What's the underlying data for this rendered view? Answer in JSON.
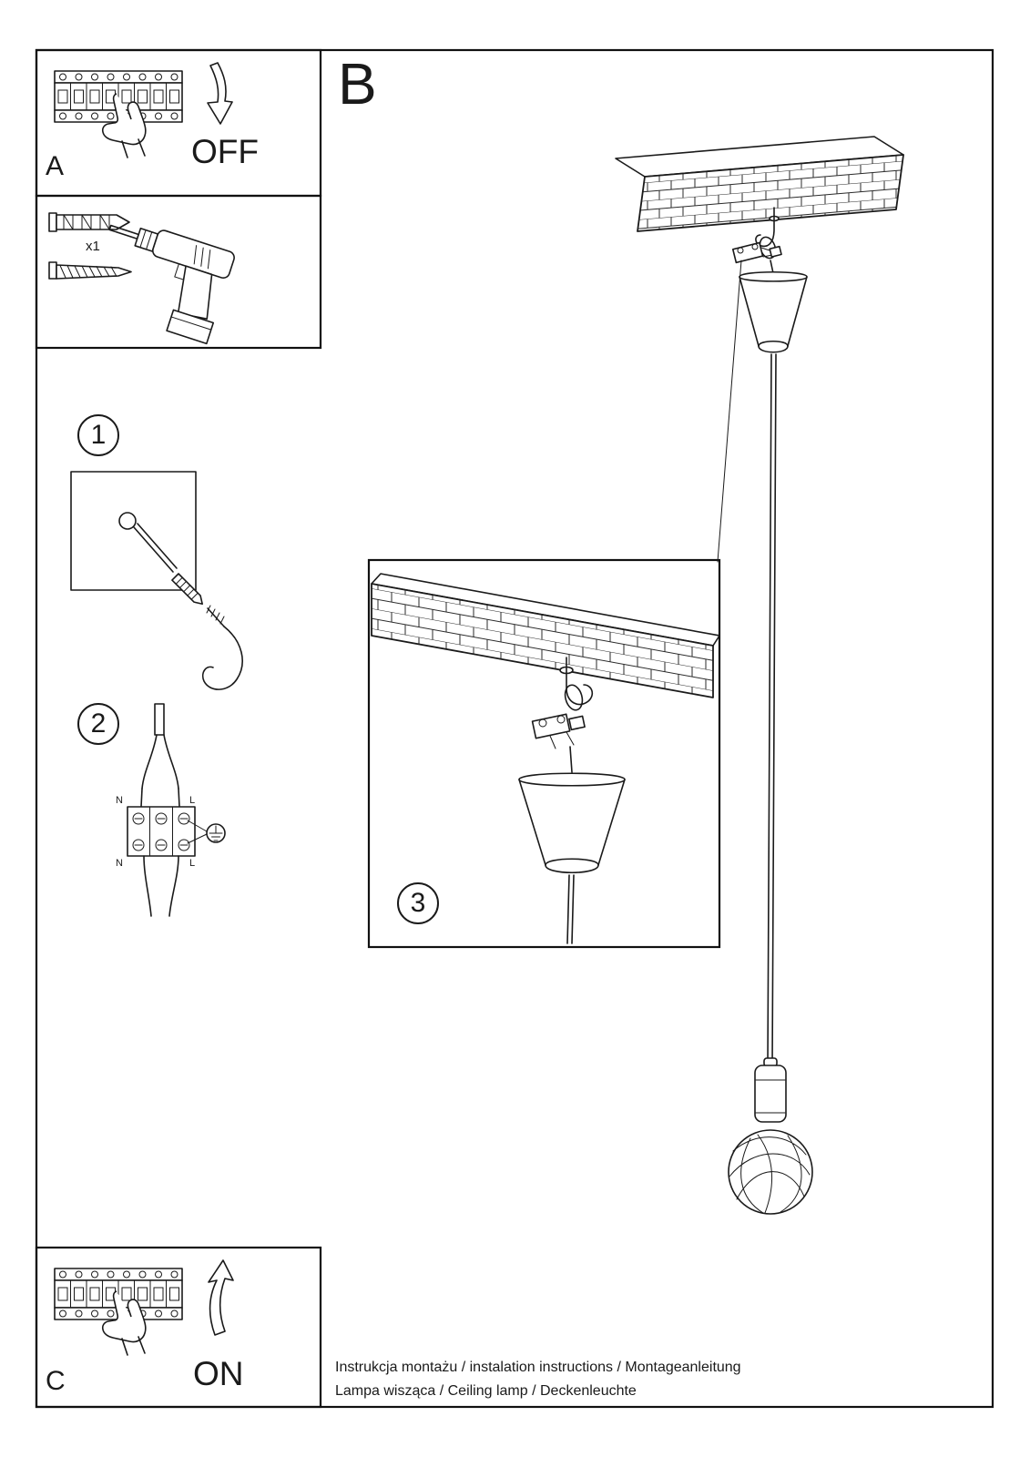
{
  "colors": {
    "ink": "#1a1a1a",
    "background": "#ffffff"
  },
  "labels": {
    "panel_a": "A",
    "panel_b": "B",
    "panel_c": "C",
    "off": "OFF",
    "on": "ON",
    "quantity": "x1",
    "step1": "1",
    "step2": "2",
    "step3": "3"
  },
  "wiring": {
    "neutral_top": "N",
    "line_top": "L",
    "neutral_bottom": "N",
    "line_bottom": "L"
  },
  "footer": {
    "line1": "Instrukcja montażu / instalation instructions / Montageanleitung",
    "line2": "Lampa wisząca / Ceiling lamp / Deckenleuchte"
  }
}
